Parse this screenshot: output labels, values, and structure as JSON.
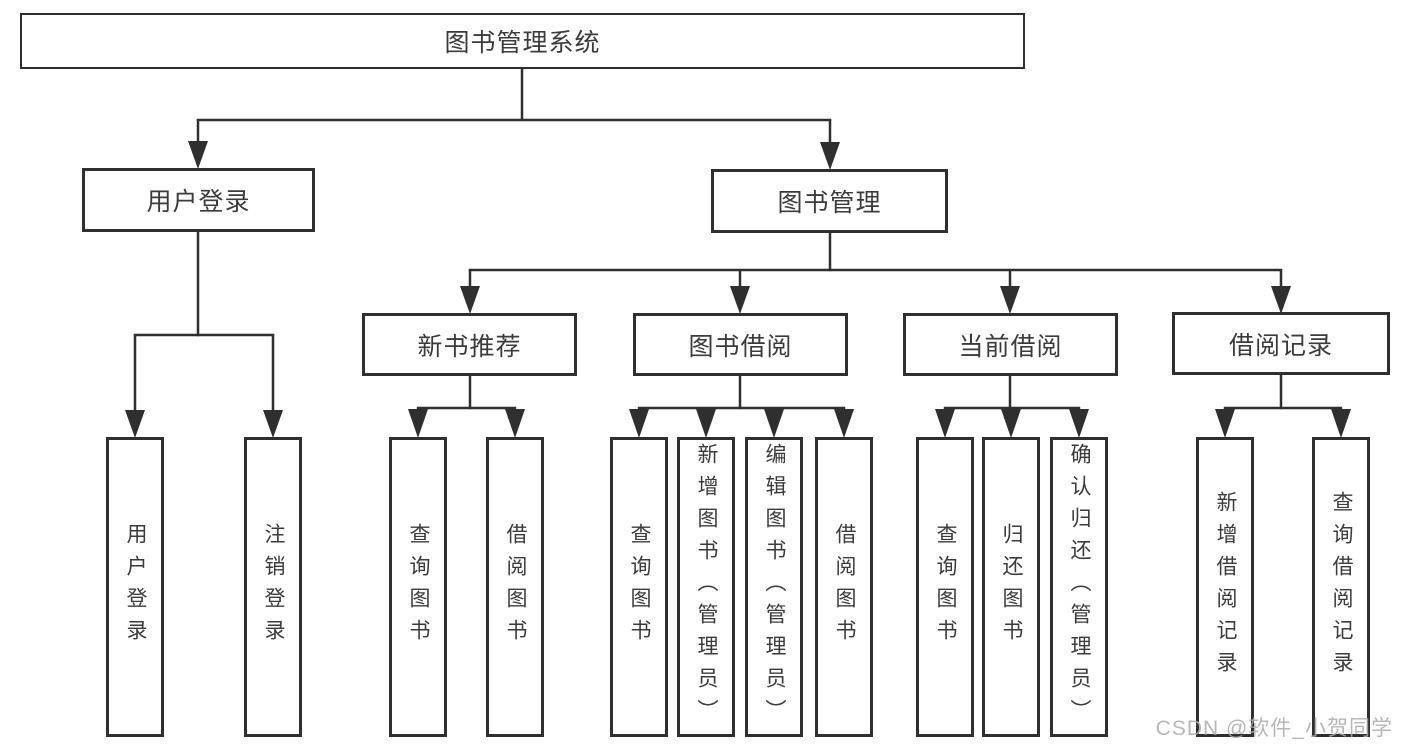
{
  "diagram": {
    "type": "hierarchy-tree",
    "root": {
      "label": "图书管理系统",
      "children": [
        {
          "label": "用户登录",
          "children": [
            {
              "label": "用户登录"
            },
            {
              "label": "注销登录"
            }
          ]
        },
        {
          "label": "图书管理",
          "children": [
            {
              "label": "新书推荐",
              "children": [
                {
                  "label": "查询图书"
                },
                {
                  "label": "借阅图书"
                }
              ]
            },
            {
              "label": "图书借阅",
              "children": [
                {
                  "label": "查询图书"
                },
                {
                  "label": "新增图书（管理员）"
                },
                {
                  "label": "编辑图书（管理员）"
                },
                {
                  "label": "借阅图书"
                }
              ]
            },
            {
              "label": "当前借阅",
              "children": [
                {
                  "label": "查询图书"
                },
                {
                  "label": "归还图书"
                },
                {
                  "label": "确认归还（管理员）"
                }
              ]
            },
            {
              "label": "借阅记录",
              "children": [
                {
                  "label": "新增借阅记录"
                },
                {
                  "label": "查询借阅记录"
                }
              ]
            }
          ]
        }
      ]
    }
  },
  "watermark": {
    "text": "CSDN @软件_小贺同学"
  },
  "colors": {
    "line": "#2f2f2f",
    "text": "#3b3b3b",
    "watermark": "#aaaaaa",
    "background": "#ffffff"
  }
}
